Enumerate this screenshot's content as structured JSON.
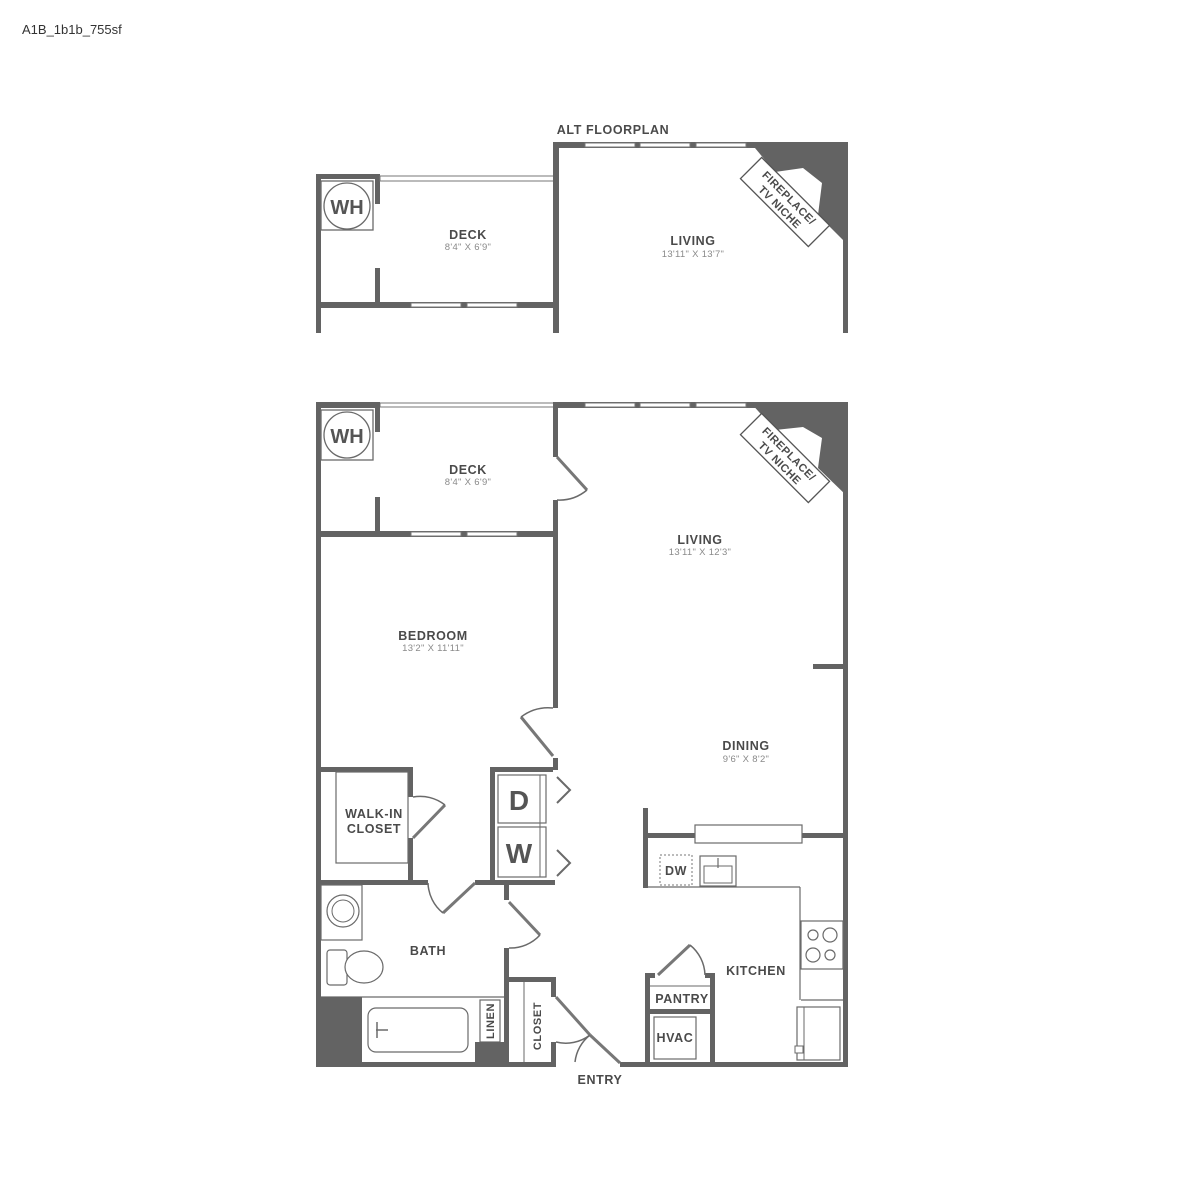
{
  "header": {
    "plan_id": "A1B_1b1b_755sf"
  },
  "alt_floorplan": {
    "title": "ALT FLOORPLAN",
    "water_heater": "WH",
    "deck": {
      "name": "DECK",
      "dims": "8'4\" X 6'9\""
    },
    "living": {
      "name": "LIVING",
      "dims": "13'11\" X 13'7\""
    },
    "fireplace": {
      "line1": "FIREPLACE/",
      "line2": "TV NICHE"
    }
  },
  "main_floorplan": {
    "water_heater": "WH",
    "deck": {
      "name": "DECK",
      "dims": "8'4\" X 6'9\""
    },
    "living": {
      "name": "LIVING",
      "dims": "13'11\" X 12'3\""
    },
    "fireplace": {
      "line1": "FIREPLACE/",
      "line2": "TV NICHE"
    },
    "bedroom": {
      "name": "BEDROOM",
      "dims": "13'2\" X 11'11\""
    },
    "dining": {
      "name": "DINING",
      "dims": "9'6\" X 8'2\""
    },
    "walk_in_closet": {
      "line1": "WALK-IN",
      "line2": "CLOSET"
    },
    "dryer": "D",
    "washer": "W",
    "dishwasher": "DW",
    "bath": "BATH",
    "kitchen": "KITCHEN",
    "pantry": "PANTRY",
    "hvac": "HVAC",
    "linen": "LINEN",
    "closet": "CLOSET",
    "entry": "ENTRY"
  }
}
